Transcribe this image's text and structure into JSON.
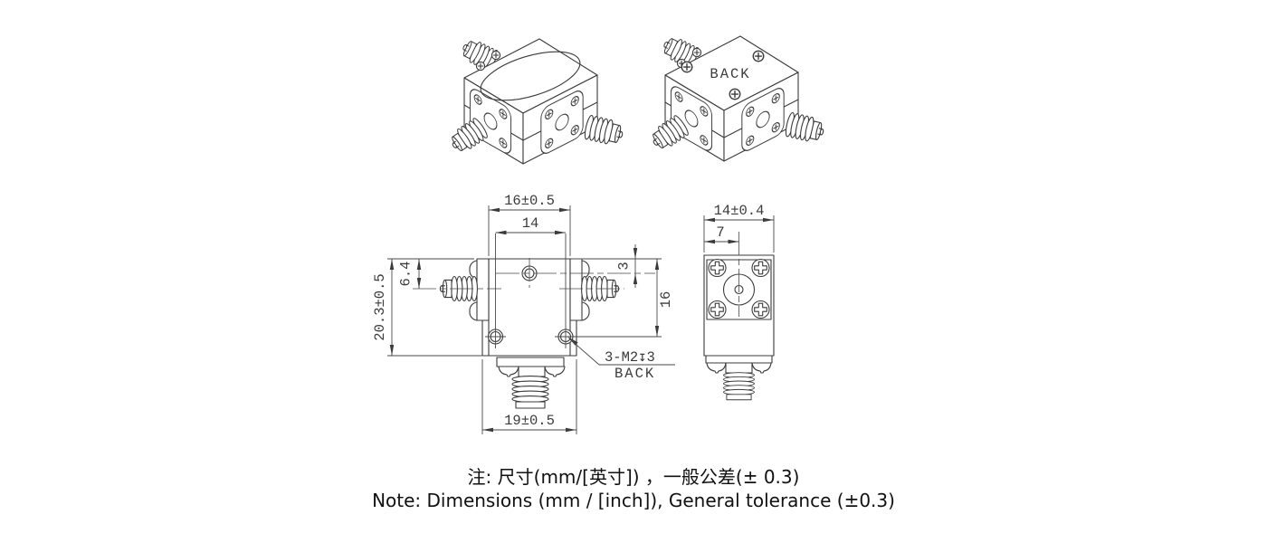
{
  "front_view": {
    "width_top": "16±0.5",
    "hole_spacing": "14",
    "port_offset_left": "6.4",
    "height": "20.3±0.5",
    "hole_offset_top": "3",
    "hole_span_right": "16",
    "width_bottom": "19±0.5",
    "screw_callout": "3-M2↧3",
    "screw_callout_face": "BACK"
  },
  "side_view": {
    "width": "14±0.4",
    "port_center_offset": "7"
  },
  "iso_views": {
    "back_face_label": "BACK"
  },
  "notes": {
    "line_zh": "注: 尺寸(mm/[英寸]) ，一般公差(± 0.3)",
    "line_en": "Note: Dimensions (mm / [inch]), General tolerance (±0.3)"
  },
  "colors": {
    "line": "#3b3b3b",
    "dimension": "#4a4a4a",
    "note_text": "#111111",
    "background": "#ffffff"
  }
}
